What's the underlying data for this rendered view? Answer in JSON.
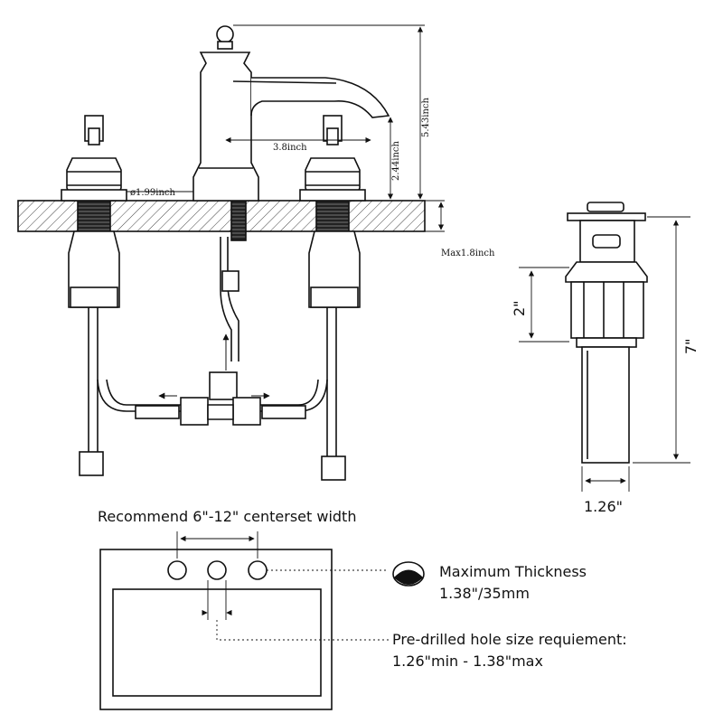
{
  "faucet": {
    "dim_height": "5.43inch",
    "dim_spout_reach": "3.8inch",
    "dim_spout_height": "2.44inch",
    "dim_hole": "ø1.99inch",
    "dim_deck": "Max1.8inch"
  },
  "drain": {
    "dim_flange": "2\"",
    "dim_total": "7\"",
    "dim_diameter": "1.26\""
  },
  "sink": {
    "centerset_label": "Recommend 6\"-12\" centerset width",
    "thickness_title": "Maximum Thickness",
    "thickness_value": "1.38\"/35mm",
    "hole_title": "Pre-drilled hole size requiement:",
    "hole_value": "1.26\"min - 1.38\"max"
  }
}
